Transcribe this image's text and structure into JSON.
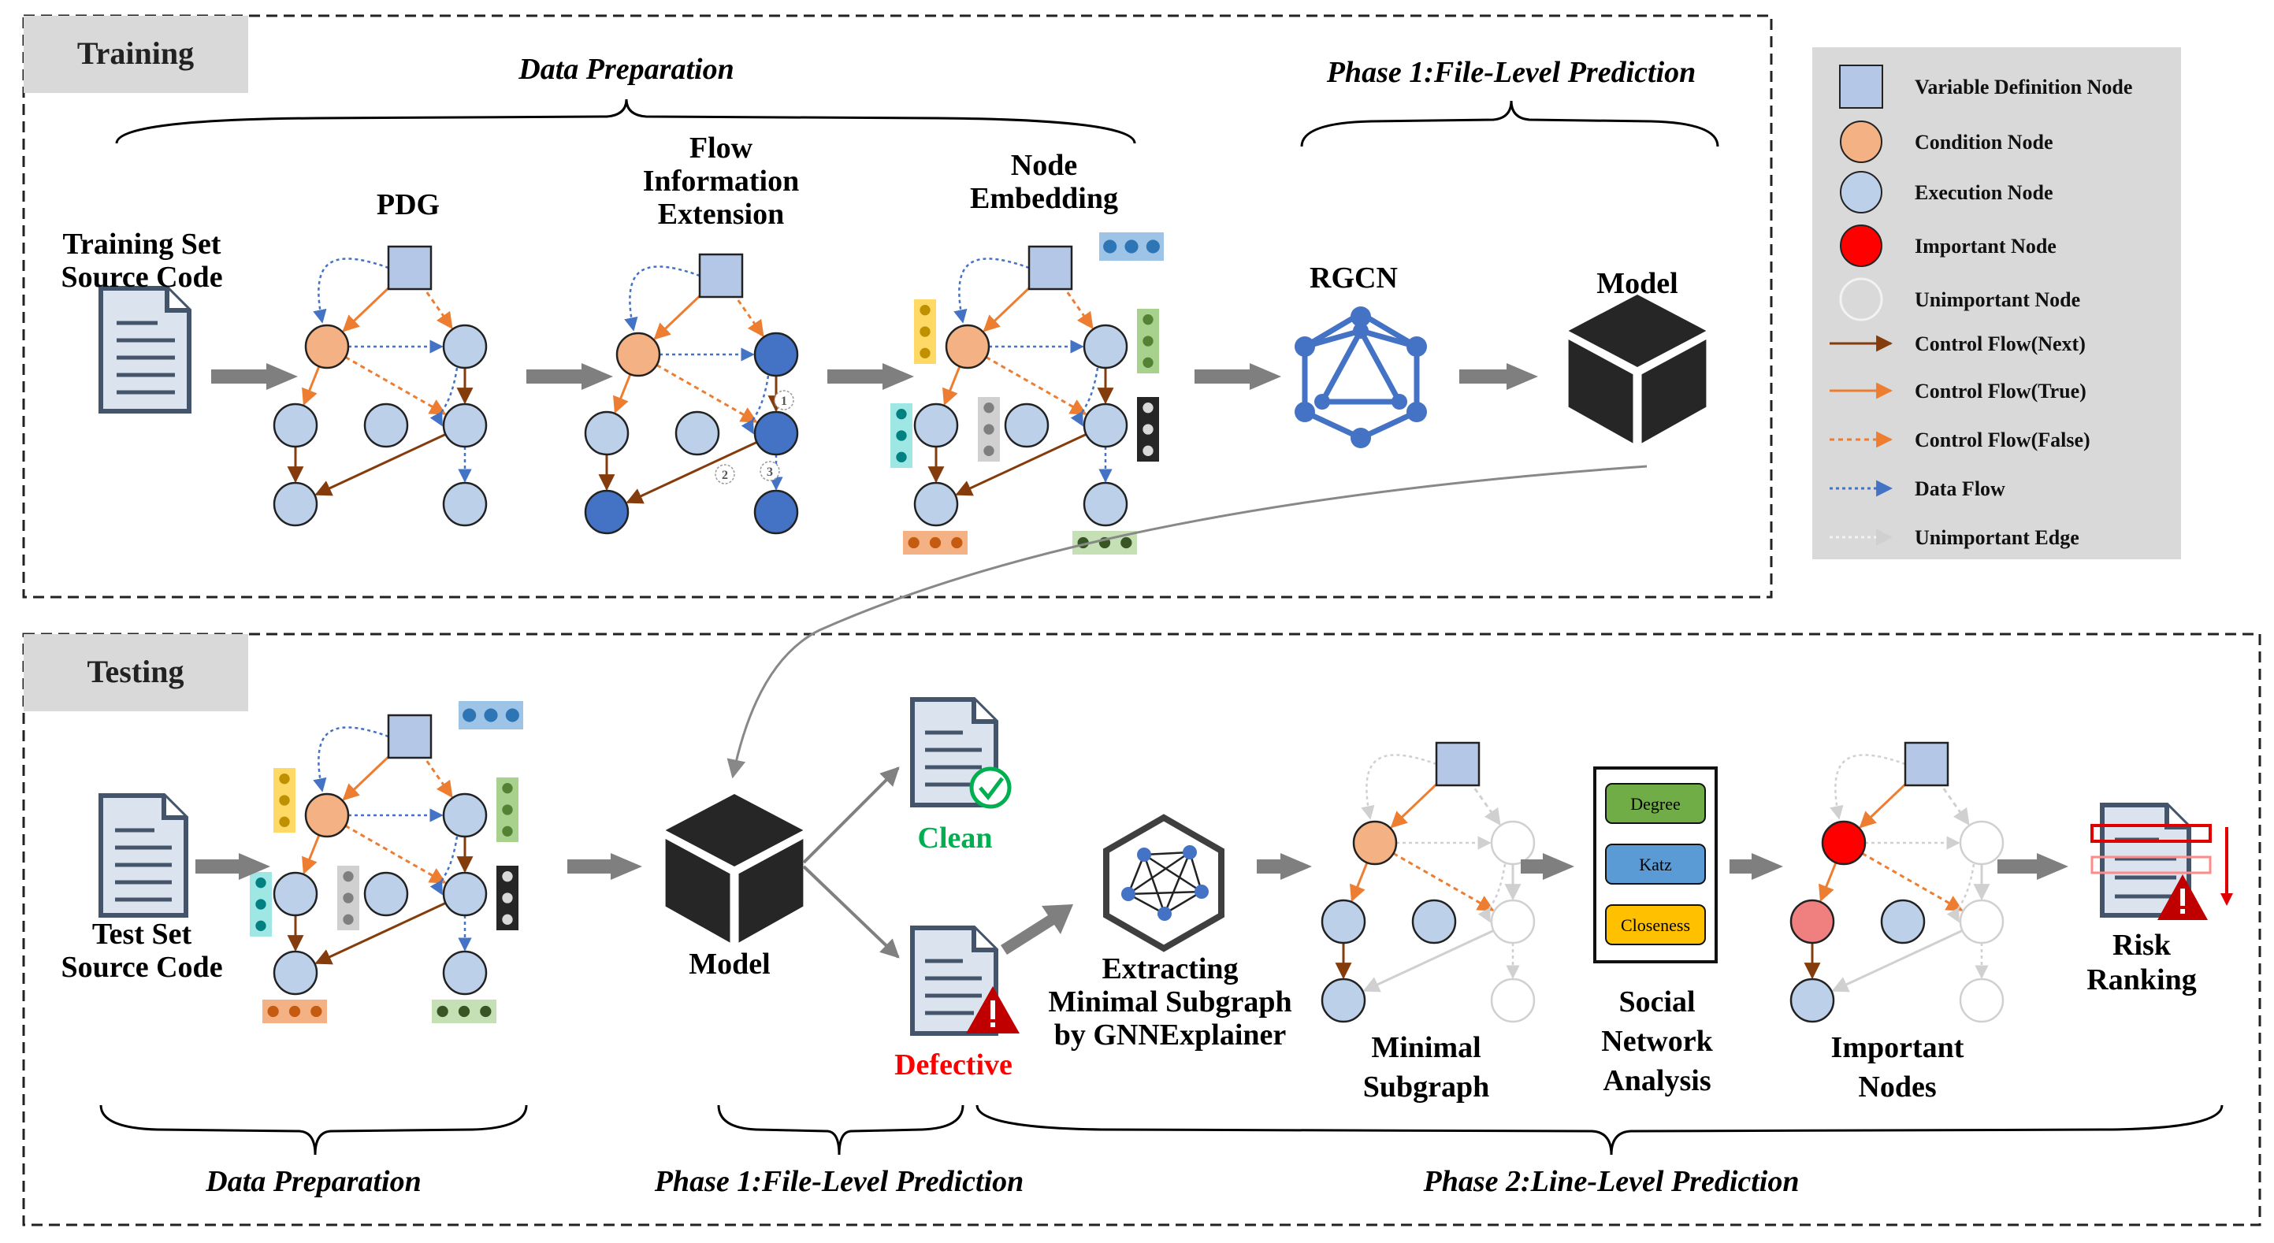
{
  "colors": {
    "def_node": "#b4c7e7",
    "cond_node": "#f4b183",
    "exec_node": "#bdd0ea",
    "important_node": "#ff0000",
    "dark_node": "#4472c4",
    "arrow_gray": "#808080",
    "ctrl_next": "#843c0c",
    "ctrl_true": "#ed7d31",
    "data_flow": "#4472c4",
    "clean_green": "#00b050",
    "defect_red": "#ff0000"
  },
  "training": {
    "section_label": "Training",
    "data_preparation": "Data Preparation",
    "phase1": "Phase 1:File-Level Prediction",
    "source_label": [
      "Training Set",
      "Source Code"
    ],
    "pdg": "PDG",
    "flow_info": [
      "Flow",
      "Information",
      "Extension"
    ],
    "node_embedding": [
      "Node",
      "Embedding"
    ],
    "rgcn": "RGCN",
    "model": "Model",
    "edge_numbers": [
      "1",
      "2",
      "3"
    ]
  },
  "testing": {
    "section_label": "Testing",
    "source_label": [
      "Test Set",
      "Source Code"
    ],
    "model": "Model",
    "clean": "Clean",
    "defective": "Defective",
    "extracting": [
      "Extracting",
      "Minimal Subgraph",
      "by GNNExplainer"
    ],
    "minimal_subgraph": [
      "Minimal",
      "Subgraph"
    ],
    "sna_items": [
      "Degree",
      "Katz",
      "Closeness"
    ],
    "sna_label": [
      "Social",
      "Network",
      "Analysis"
    ],
    "important_nodes": [
      "Important",
      "Nodes"
    ],
    "risk_ranking": [
      "Risk",
      "Ranking"
    ],
    "bottom_data_prep": "Data Preparation",
    "bottom_phase1": "Phase 1:File-Level Prediction",
    "bottom_phase2": "Phase 2:Line-Level Prediction"
  },
  "legend": {
    "items": [
      {
        "label": "Variable Definition Node",
        "icon": "square-node"
      },
      {
        "label": "Condition Node",
        "icon": "orange-circle"
      },
      {
        "label": "Execution Node",
        "icon": "blue-circle"
      },
      {
        "label": "Important Node",
        "icon": "red-circle"
      },
      {
        "label": "Unimportant Node",
        "icon": "white-circle"
      },
      {
        "label": "Control Flow(Next)",
        "icon": "brown-arrow"
      },
      {
        "label": "Control Flow(True)",
        "icon": "orange-arrow"
      },
      {
        "label": "Control Flow(False)",
        "icon": "orange-dashed-arrow"
      },
      {
        "label": "Data Flow",
        "icon": "blue-dotted-arrow"
      },
      {
        "label": "Unimportant Edge",
        "icon": "gray-dotted-arrow"
      }
    ]
  }
}
